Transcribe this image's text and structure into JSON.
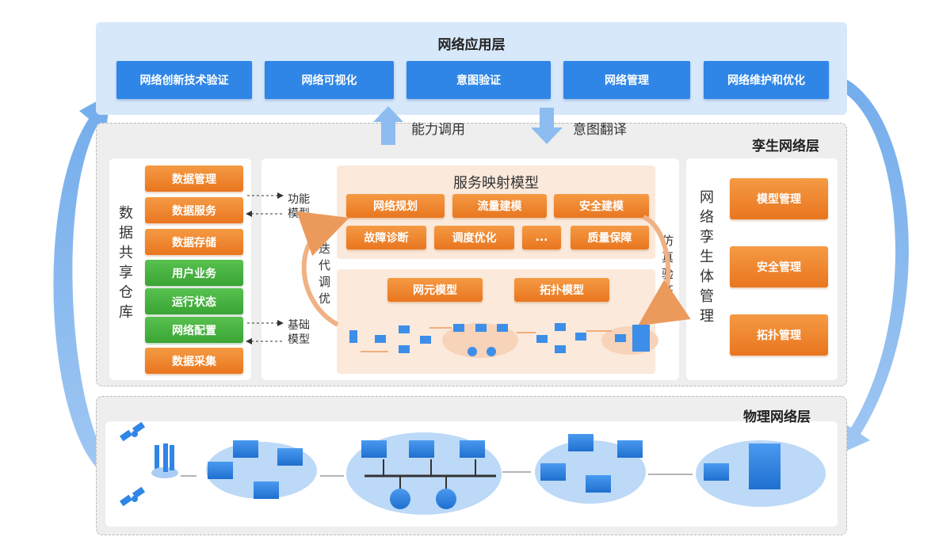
{
  "application_layer": {
    "title": "网络应用层",
    "items": [
      "网络创新技术验证",
      "网络可视化",
      "意图验证",
      "网络管理",
      "网络维护和优化"
    ]
  },
  "arrows": {
    "up_label": "能力调用",
    "down_label": "意图翻译"
  },
  "twin_layer": {
    "title": "孪生网络层",
    "repository": {
      "title": "数据共享仓库",
      "items": [
        {
          "label": "数据管理",
          "color": "#ec8129"
        },
        {
          "label": "数据服务",
          "color": "#ec8129"
        },
        {
          "label": "数据存储",
          "color": "#ec8129"
        },
        {
          "label": "用户业务",
          "color": "#46b23f"
        },
        {
          "label": "运行状态",
          "color": "#46b23f"
        },
        {
          "label": "网络配置",
          "color": "#46b23f"
        },
        {
          "label": "数据采集",
          "color": "#ec8129"
        }
      ]
    },
    "function_model_label": "功能模型",
    "basic_model_label": "基础模型",
    "iterate_label": "迭代调优",
    "simulate_label": "仿真验证",
    "mapping_model": {
      "title": "服务映射模型",
      "row1": [
        "网络规划",
        "流量建模",
        "安全建模"
      ],
      "row2": [
        "故障诊断",
        "调度优化",
        "...",
        "质量保障"
      ]
    },
    "base_models": [
      "网元模型",
      "拓扑模型"
    ],
    "management": {
      "title": "网络孪生体管理",
      "items": [
        "模型管理",
        "安全管理",
        "拓扑管理"
      ]
    }
  },
  "physical_layer": {
    "title": "物理网络层"
  },
  "colors": {
    "app_bg": "#d7e8fb",
    "app_button": "#2f86e6",
    "orange": "#ec8129",
    "green": "#46b23f",
    "model_bg": "#fbe9db",
    "cloud": "#bcd9f7"
  }
}
